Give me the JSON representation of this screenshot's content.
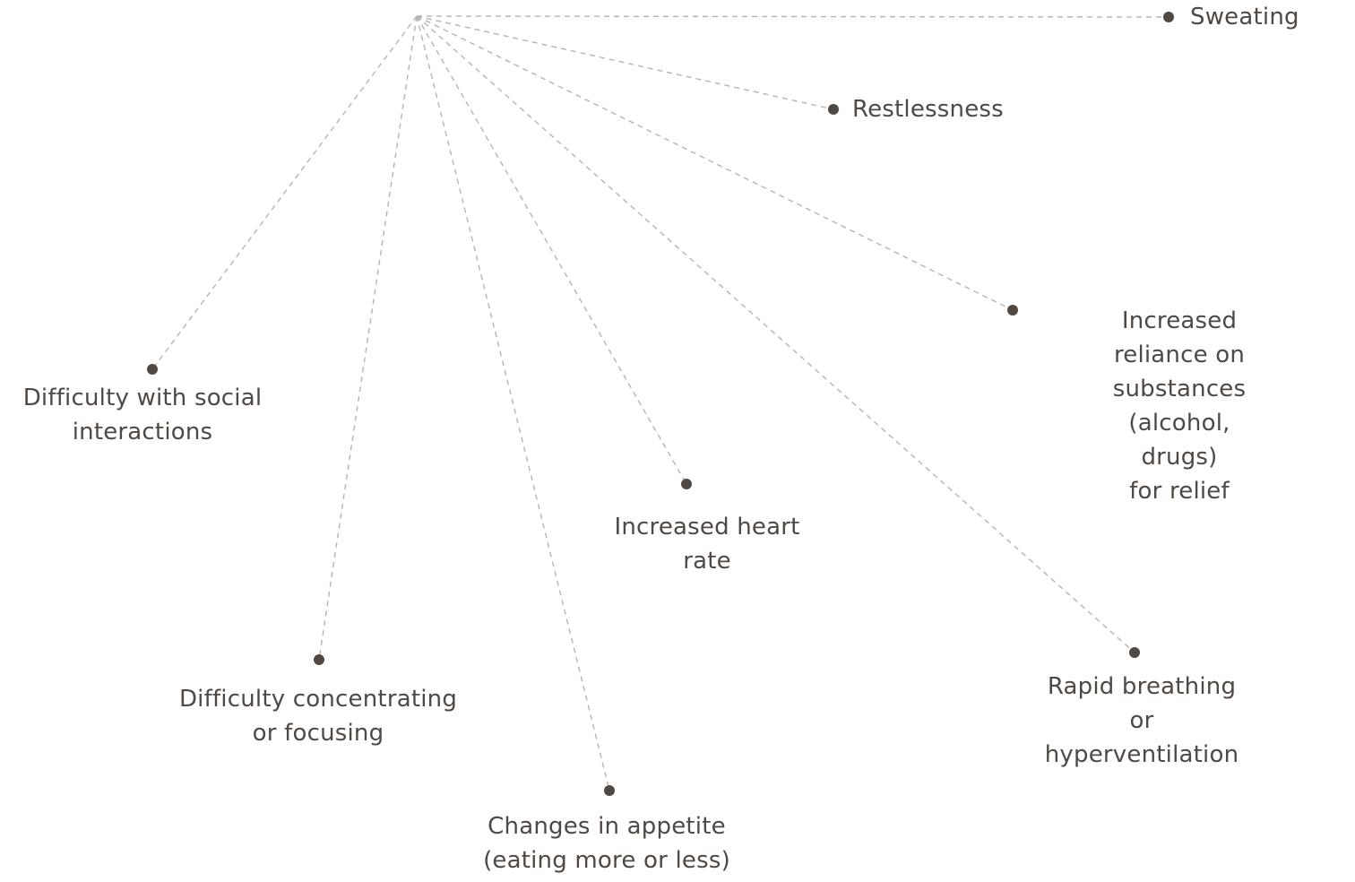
{
  "diagram": {
    "type": "radial-spokes",
    "colors": {
      "line": "#b9b4ae",
      "dot": "#4f4843",
      "text": "#4f4843"
    },
    "nodes": [
      {
        "id": "sweating",
        "label": "Sweating"
      },
      {
        "id": "restlessness",
        "label": "Restlessness"
      },
      {
        "id": "substances",
        "label": "Increased reliance on\nsubstances (alcohol, drugs)\nfor relief"
      },
      {
        "id": "social",
        "label": "Difficulty with social\ninteractions"
      },
      {
        "id": "heart-rate",
        "label": "Increased heart\nrate"
      },
      {
        "id": "breathing",
        "label": "Rapid breathing\nor hyperventilation"
      },
      {
        "id": "concentrating",
        "label": "Difficulty concentrating\nor focusing"
      },
      {
        "id": "appetite",
        "label": "Changes in appetite\n(eating more or less)"
      }
    ]
  }
}
